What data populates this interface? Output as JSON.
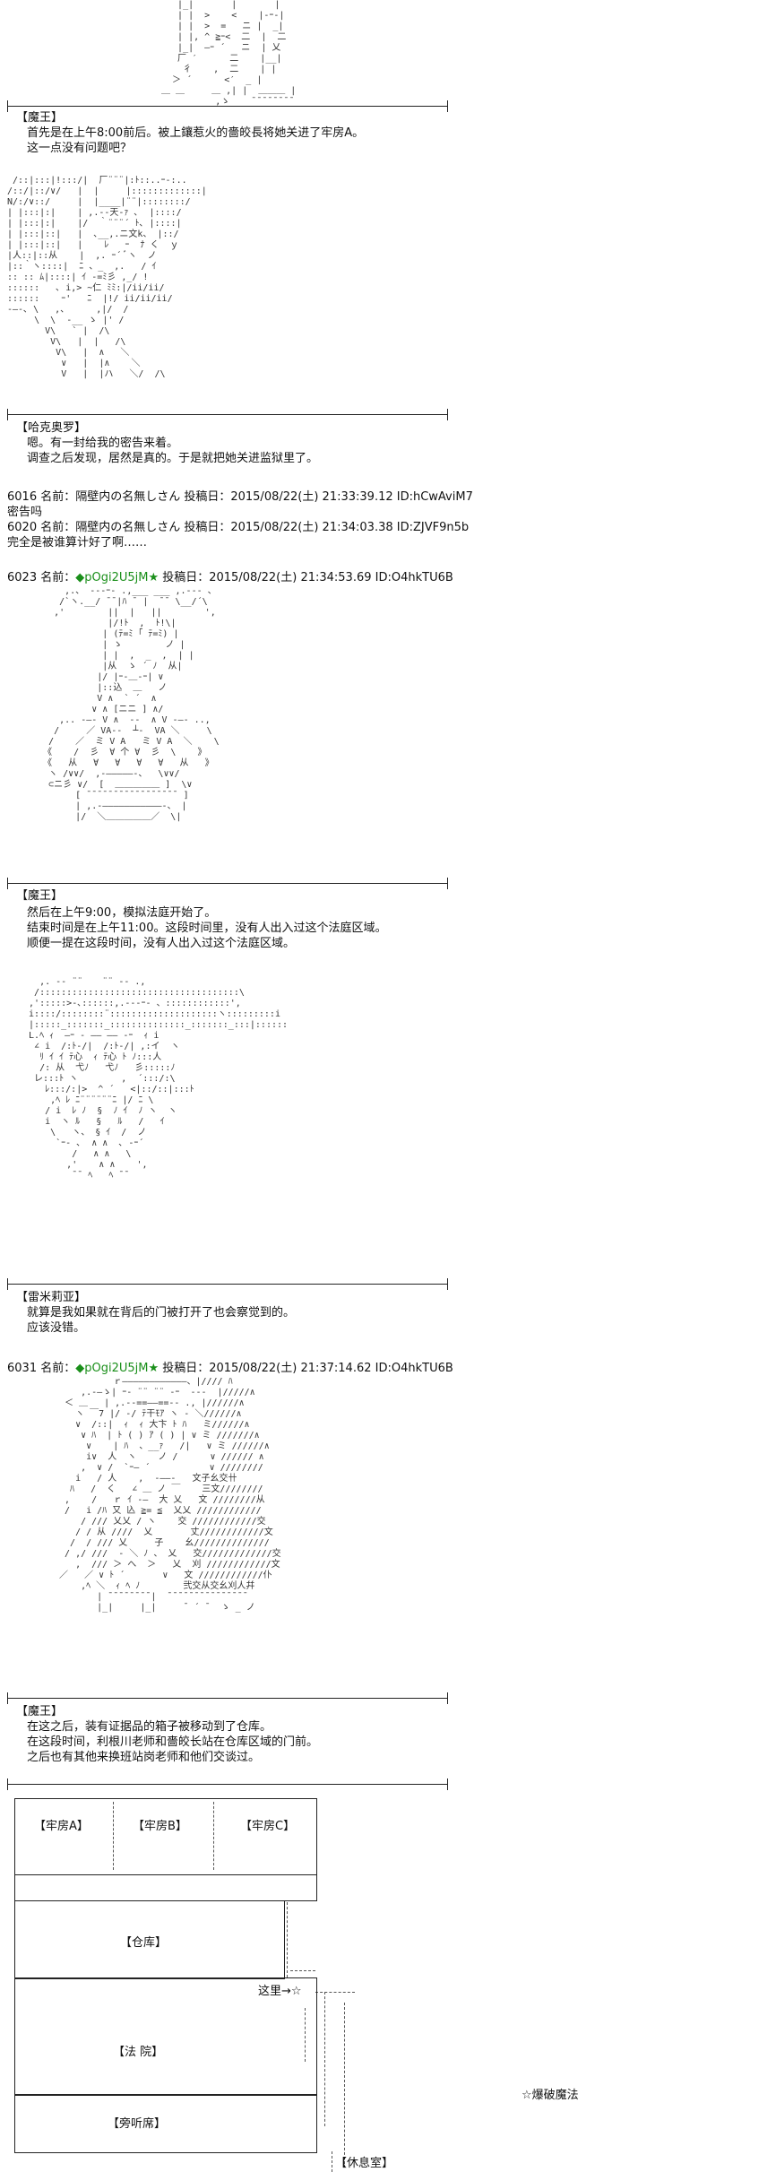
{
  "art": {
    "top": "   |_|       |       |\n   | |  >    <    |-ｰ-|\n   | |  >  =   ニ |  _|\n   | |, ^ ≧ｰ<  二  |  二\n   |_|  ―ｰ ´   ニ  | 乂\n   厂 ′      二    |__|\n    彳    ,  二    | |\n  ＞ ´      <′  _ |\n＿ ＿     ＿ ,| |  ＿＿＿ |\n          ,ゝ    ¯¯¯¯¯¯¯¯",
    "harkaon": " /::|:::|!:::/|  厂¨¨¨|:ﾄ::..ｰ-:..\n/::/|::/∨/   |  |     |:::::::::::::|\nN/:/∨::/     |  |____|¨¨|::::::::/\n| |:::|:|    | ,.--天‐ｧ ､  |::::/\n| |:::|:|    |/  ｀¨¨¨´ ﾄ､ |::::|\n| |:::|::|   |  ､__,.ニ文k、 |::/\n| |:::|::|   |    ﾚ   ｰ  ﾅ く  ｙ\n|人::|::从    |  ,. ｰ´ ﾞヽ  ノ\n|::｀ヽ::::|  ﾆ 、_  ,.   / ｲ\n:: :: ﾑ|::::| ｲ -=ﾐ彡 ,_/ !\n::::::   ､ i,> ~仁 ﾐﾐ:|/ii/ii/\n::::::    ｰ'   ﾆ  |!/ ii/ii/ii/\n‐―‐､ \\   ,、     ,|/  /\n     \\  \\  ‐__ ゝ |' /\n       V\\   ` |  /\\\n        V\\   |  |   /\\\n         V\\   |  ∧   ＼\n          ∨   |  |∧    ＼\n          V   |  |ハ   ＼/  /\\",
    "remilia1": "       ,.、 ---ｰ- .,___ ___ ,.--‐ 、\n      /`ヽ.__/ ¯¯|ﾊ ¯ |  ¯¯ \\__/´\\\n     ,'        ||  |   ||        ',\n               |/!ﾄ  ,  ﾄ!\\|\n              | (ﾃ=ﾐ ｢ ﾃ=ﾐ) |\n              | ゝ        ノ |\n              | |  ,  _  ,  | |\n              |从  ゝ ´ ﾉ  从|\n             |/ |ｰ‐＿‐ｰ| ∨\n             |::込  ＿   ノ\n             V ∧  ` ´  ∧\n            ∨ ∧ [ニニ ] ∧/\n      ,.. -―‐ V ∧  --  ∧ V ‐―- ..,\n     /     ／ VA--  ┴-  VA ＼     \\\n    /    ／  ミ V A   ミ V A  ＼    \\\n   《    /  彡  ∀ 个 ∀  彡  \\    》\n   《   从   ∀   ∀   ∀   ∀   从   》\n    ヽ /∨∨/  ,-―――――-、  \\∨∨/\n    ⊂ニ彡 ∨/  [  ＿＿＿＿＿ ]  \\∨\n         [ ¯¯¯¯¯¯¯¯¯¯¯¯¯¯¯¯¯ ]\n         | ,.-―――――――――――-、 |\n         |/  ＼＿＿＿＿＿／  \\|",
    "remilia2": "    ,. -‐ ¨¨ ￣ ¨¨ -‐ .,\n   /:::::::::::::::::::::::::::::::::::::\\\n  ,':::::>‐､::::::,.-‐‐ｰ‐ 、::::::::::::',\n  i::::/::::::::¨::::::::::::::::::::ヽ:::::::::i\n  |:::::_:::::::_::::::::::::::_:::::::_:::|:::::::|\n  L.ﾍ ｨ  ―ｰ ‐ ―― ―― ‐ｰ  ｨ i\n   ∠ i  /:ﾄ-/|  /:ﾄ-/| ,:イ  ヽ\n    ﾘ ｲ ｲ ﾃ心  ｨ ﾃ心 ﾄ ﾉ:::人\n    /: 从  弋ﾉ   弋ﾉ   彡:::::ﾉ\n   レ:::ﾄ ヽ        ,  ´:::/:\\\n     ﾚ:::/:|>  ^ ´   <|::/::|:::ﾄ\n      ,ﾍ ﾚ ﾆ¨¨¨¨¨¨ﾆ |/ ﾆ \\\n     / i  ﾚ ﾉ  §  ﾉ ｲ  ﾉ ヽ  ヽ\n     i  ヽ ﾙ   §   ﾙ   /   ｲ\n      \\   ヽ、 § ｲ  /  ノ\n       `ｰ- ､  ∧ ∧  ､ -ｰ´\n          /   ∧ ∧   \\\n         ,'    ∧ ∧    ',\n          ¯¯ ﾍ   ﾍ ¯¯",
    "remilia3": "           ｒ――――――――――――、|//// ﾊ\n     ,.-―ゝ| ｰ‐ ¨¨ ¨¨ ‐ｰ  ---  |/////∧\n  ＜ ＿   | ,.--==――==-- ., |//////∧\n    ヽ ￣7 |/ ‐/ ﾃ干ﾓｱ ヽ ‐ ＼//////∧\n    ∨  /::|  ｨ  ｨ 大卞 ﾄ ﾊ   ミ//////∧\n     ∨ ﾊ  | ﾄ ( ) ｱ ( ) | ∨ ミ ///////∧\n      ∨    | ﾊ  、__ｧ   /|   ∨ ミ //////∧\n      i∨  人  ヽ    ノ /      ∨ ////// ∧\n     ,  ∨ /  `ｰ― ´           ∨ ////////\n    i   / 人    ,  -――-   文子幺交卄\n   ﾊ   /  く   ∠ ＿ ノ ￣    三文////////\n  ,    /   ｒ ｲ ‐―  大 乂   文 ////////从\n  /   i /ﾊ 又 兦 ≧= ≦  乂乂 ////////////\n     / /// 乂乂 / ヽ    交 ////////////交\n    / / 从 ////  乂       丈////////////文\n   /  / /// 乂     子    幺//////////////\n  / ,/ ///  ‐ ＼ ﾉ 、 乂   交/////////////交\n    ,  /// ＞ へ  ＞   乂  刈 ////////////文\n ／   ／ ∨ ﾄ ´       ∨   文 ////////////仆\n     ,ﾍ ＼  ｨ ﾍ ﾉ        弐交从交幺刈人幷\n        | ¯¯¯¯¯¯¯¯|  ¯¯¯¯¯¯¯¯¯¯¯¯¯¯¯\n        |_|     |_|     ¯ ´ ¯  ゝ _ ノ"
  },
  "sections": [
    {
      "speaker": "【魔王】",
      "lines": [
        "首先是在上午8:00前后。被上鑲惹火的嗇皎長将她关进了牢房A。",
        "这一点没有问题吧？"
      ]
    },
    {
      "speaker": "【哈克奥罗】",
      "lines": [
        "嗯。有一封给我的密告来着。",
        "调查之后发现，居然是真的。于是就把她关进监狱里了。"
      ]
    },
    {
      "speaker": "【魔王】",
      "lines": [
        "然后在上午9:00，模拟法庭开始了。",
        "结束时间是在上午11:00。这段时间里，没有人出入过这个法庭区域。",
        "顺便一提在这段时间，没有人出入过这个法庭区域。"
      ]
    },
    {
      "speaker": "【雷米莉亚】",
      "lines": [
        "就算是我如果就在背后的门被打开了也会察觉到的。",
        "应该没错。"
      ]
    },
    {
      "speaker": "【魔王】",
      "lines": [
        "在这之后，装有证据品的箱子被移动到了仓库。",
        "在这段时间，利根川老师和嗇皎长站在仓库区域的门前。",
        "之后也有其他来换班站岗老师和他们交谈过。"
      ]
    }
  ],
  "posts": {
    "p6016": "6016 名前：隔壁内の名無しさん 投稿日：2015/08/22(土) 21:33:39.12 ID:hCwAviM7",
    "p6016_text": "密告吗",
    "p6020": "6020 名前：隔壁内の名無しさん 投稿日：2015/08/22(土) 21:34:03.38 ID:ZJVF9n5b",
    "p6020_text": "完全是被谁算计好了啊……",
    "p6023_num": "6023 名前：",
    "p6023_trip": "◆pOgi2U5jM",
    "p6023_star": "★",
    "p6023_rest": " 投稿日：2015/08/22(土) 21:34:53.69 ID:O4hkTU6B",
    "p6031_num": "6031 名前：",
    "p6031_trip": "◆pOgi2U5jM",
    "p6031_star": "★",
    "p6031_rest": " 投稿日：2015/08/22(土) 21:37:14.62 ID:O4hkTU6B"
  },
  "map": {
    "cell_a": "【牢房A】",
    "cell_b": "【牢房B】",
    "cell_c": "【牢房C】",
    "warehouse": "【仓库】",
    "here": "这里→☆",
    "court": "【法 院】",
    "gallery": "【旁听席】",
    "blast": "☆爆破魔法",
    "break_room": "【休息室】"
  }
}
